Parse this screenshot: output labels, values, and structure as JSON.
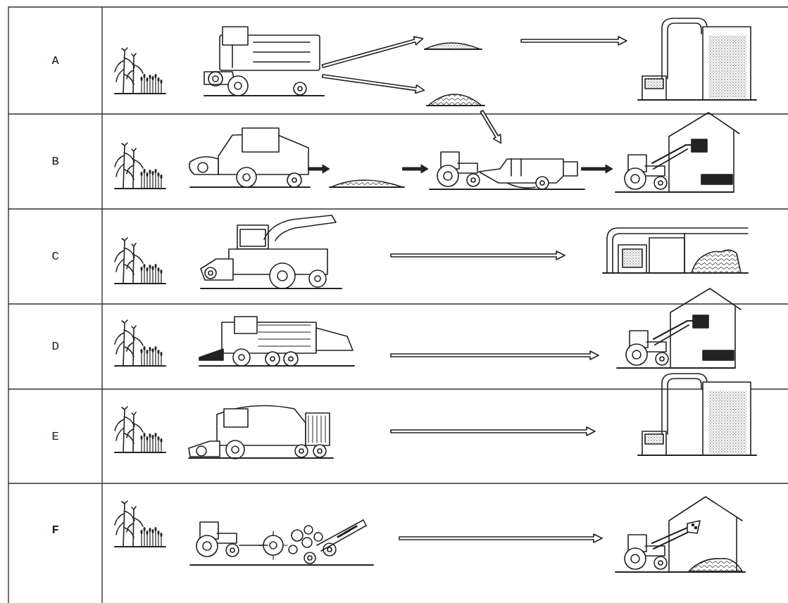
{
  "diagram": {
    "nodes": [
      {
        "text": [
          "A"
        ]
      },
      {
        "text": [
          "B"
        ]
      },
      {
        "text": [
          "C"
        ]
      },
      {
        "text": [
          "D"
        ]
      },
      {
        "text": [
          "E"
        ]
      },
      {
        "text": [
          "F"
        ]
      }
    ]
  }
}
